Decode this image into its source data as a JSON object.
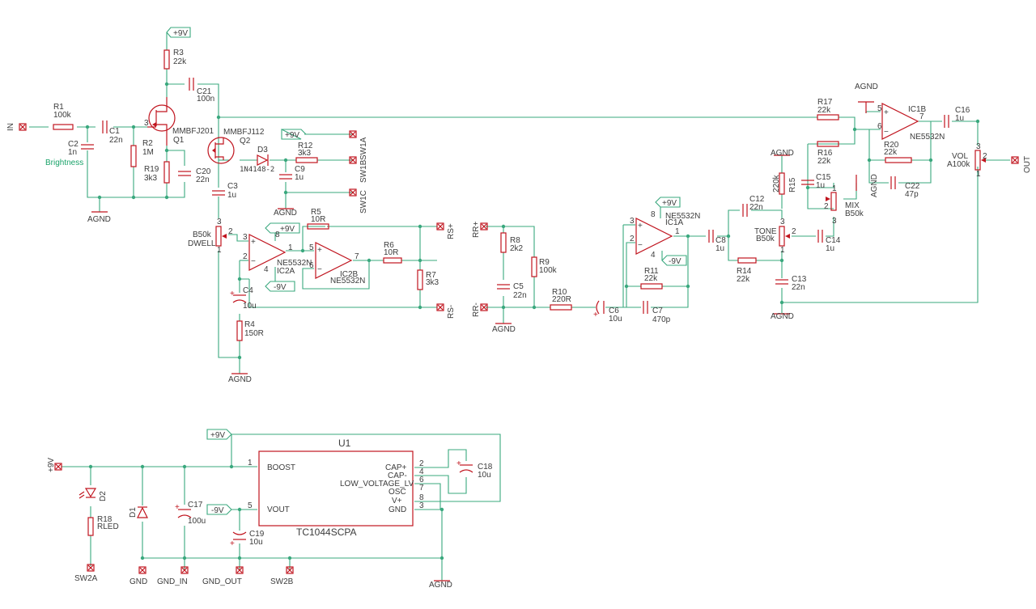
{
  "colors": {
    "wire": "#3aa87e",
    "component": "#c0141e",
    "text": "#3c3c3c",
    "accent_text": "#1aa36a"
  },
  "connectors": {
    "in": "IN",
    "out": "OUT",
    "sw1a": "SW1A",
    "sw1b": "SW1B",
    "sw1c": "SW1C",
    "rs_plus": "RS+",
    "rs_minus": "RS-",
    "rr_plus": "RR+",
    "rr_minus": "RR-",
    "p9v": "+9V",
    "sw2a": "SW2A",
    "gnd": "GND",
    "gnd_in": "GND_IN",
    "gnd_out": "GND_OUT",
    "sw2b": "SW2B"
  },
  "supplies": {
    "p9v": "+9V",
    "m9v": "-9V",
    "agnd": "AGND"
  },
  "resistors": {
    "r1": {
      "ref": "R1",
      "value": "100k"
    },
    "r2": {
      "ref": "R2",
      "value": "1M"
    },
    "r3": {
      "ref": "R3",
      "value": "22k"
    },
    "r4": {
      "ref": "R4",
      "value": "150R"
    },
    "r5": {
      "ref": "R5",
      "value": "10R"
    },
    "r6": {
      "ref": "R6",
      "value": "10R"
    },
    "r7": {
      "ref": "R7",
      "value": "3k3"
    },
    "r8": {
      "ref": "R8",
      "value": "2k2"
    },
    "r9": {
      "ref": "R9",
      "value": "100k"
    },
    "r10": {
      "ref": "R10",
      "value": "220R"
    },
    "r11": {
      "ref": "R11",
      "value": "22k"
    },
    "r12": {
      "ref": "R12",
      "value": "3k3"
    },
    "r14": {
      "ref": "R14",
      "value": "22k"
    },
    "r15": {
      "ref": "R15",
      "value": "220k"
    },
    "r16": {
      "ref": "R16",
      "value": "22k"
    },
    "r17": {
      "ref": "R17",
      "value": "22k"
    },
    "r18": {
      "ref": "R18",
      "value": "RLED"
    },
    "r19": {
      "ref": "R19",
      "value": "3k3"
    },
    "r20": {
      "ref": "R20",
      "value": "22k"
    }
  },
  "capacitors": {
    "c1": {
      "ref": "C1",
      "value": "22n"
    },
    "c2": {
      "ref": "C2",
      "value": "1n"
    },
    "c3": {
      "ref": "C3",
      "value": "1u"
    },
    "c4": {
      "ref": "C4",
      "value": "10u"
    },
    "c5": {
      "ref": "C5",
      "value": "22n"
    },
    "c6": {
      "ref": "C6",
      "value": "10u"
    },
    "c7": {
      "ref": "C7",
      "value": "470p"
    },
    "c8": {
      "ref": "C8",
      "value": "1u"
    },
    "c9": {
      "ref": "C9",
      "value": "1u"
    },
    "c12": {
      "ref": "C12",
      "value": "22n"
    },
    "c13": {
      "ref": "C13",
      "value": "22n"
    },
    "c14": {
      "ref": "C14",
      "value": "1u"
    },
    "c15": {
      "ref": "C15",
      "value": "1u"
    },
    "c16": {
      "ref": "C16",
      "value": "1u"
    },
    "c17": {
      "ref": "C17",
      "value": "100u"
    },
    "c18": {
      "ref": "C18",
      "value": "10u"
    },
    "c19": {
      "ref": "C19",
      "value": "10u"
    },
    "c20": {
      "ref": "C20",
      "value": "22n"
    },
    "c21": {
      "ref": "C21",
      "value": "100n"
    },
    "c22": {
      "ref": "C22",
      "value": "47p"
    }
  },
  "pots": {
    "dwell": {
      "value": "B50k",
      "name": "DWELL"
    },
    "tone": {
      "name": "TONE",
      "value": "B50k"
    },
    "mix": {
      "name": "MIX",
      "value": "B50k"
    },
    "vol": {
      "name": "VOL",
      "value": "A100k"
    }
  },
  "transistors": {
    "q1": {
      "ref": "Q1",
      "part": "MMBFJ201"
    },
    "q2": {
      "ref": "Q2",
      "part": "MMBFJ112"
    }
  },
  "diodes": {
    "d1": "D1",
    "d2": "D2",
    "d3": {
      "ref": "D3",
      "part": "1N4148-2"
    }
  },
  "opamps": {
    "ic1a": {
      "ref": "IC1A",
      "part": "NE5532N"
    },
    "ic1b": {
      "ref": "IC1B",
      "part": "NE5532N"
    },
    "ic2a": {
      "ref": "IC2A",
      "part": "NE5532N"
    },
    "ic2b": {
      "ref": "IC2B",
      "part": "NE5532N"
    }
  },
  "note": {
    "brightness": "Brightness"
  },
  "u1": {
    "ref": "U1",
    "part": "TC1044SCPA",
    "left_pins": [
      {
        "num": "1",
        "name": "BOOST"
      },
      {
        "num": "5",
        "name": "VOUT"
      }
    ],
    "right_pins": [
      {
        "num": "2",
        "name": "CAP+"
      },
      {
        "num": "4",
        "name": "CAP-"
      },
      {
        "num": "6",
        "name": "LOW_VOLTAGE_LV"
      },
      {
        "num": "7",
        "name": "OSC"
      },
      {
        "num": "8",
        "name": "V+"
      },
      {
        "num": "3",
        "name": "GND"
      }
    ]
  },
  "pin_numbers": {
    "opamp_in_plus": "3",
    "opamp_in_minus": "2",
    "opamp_out": "1",
    "opamp_b_plus": "5",
    "opamp_b_minus": "6",
    "opamp_b_out": "7",
    "vplus": "8",
    "vminus": "4",
    "pot1": "1",
    "pot2": "2",
    "pot3": "3"
  }
}
